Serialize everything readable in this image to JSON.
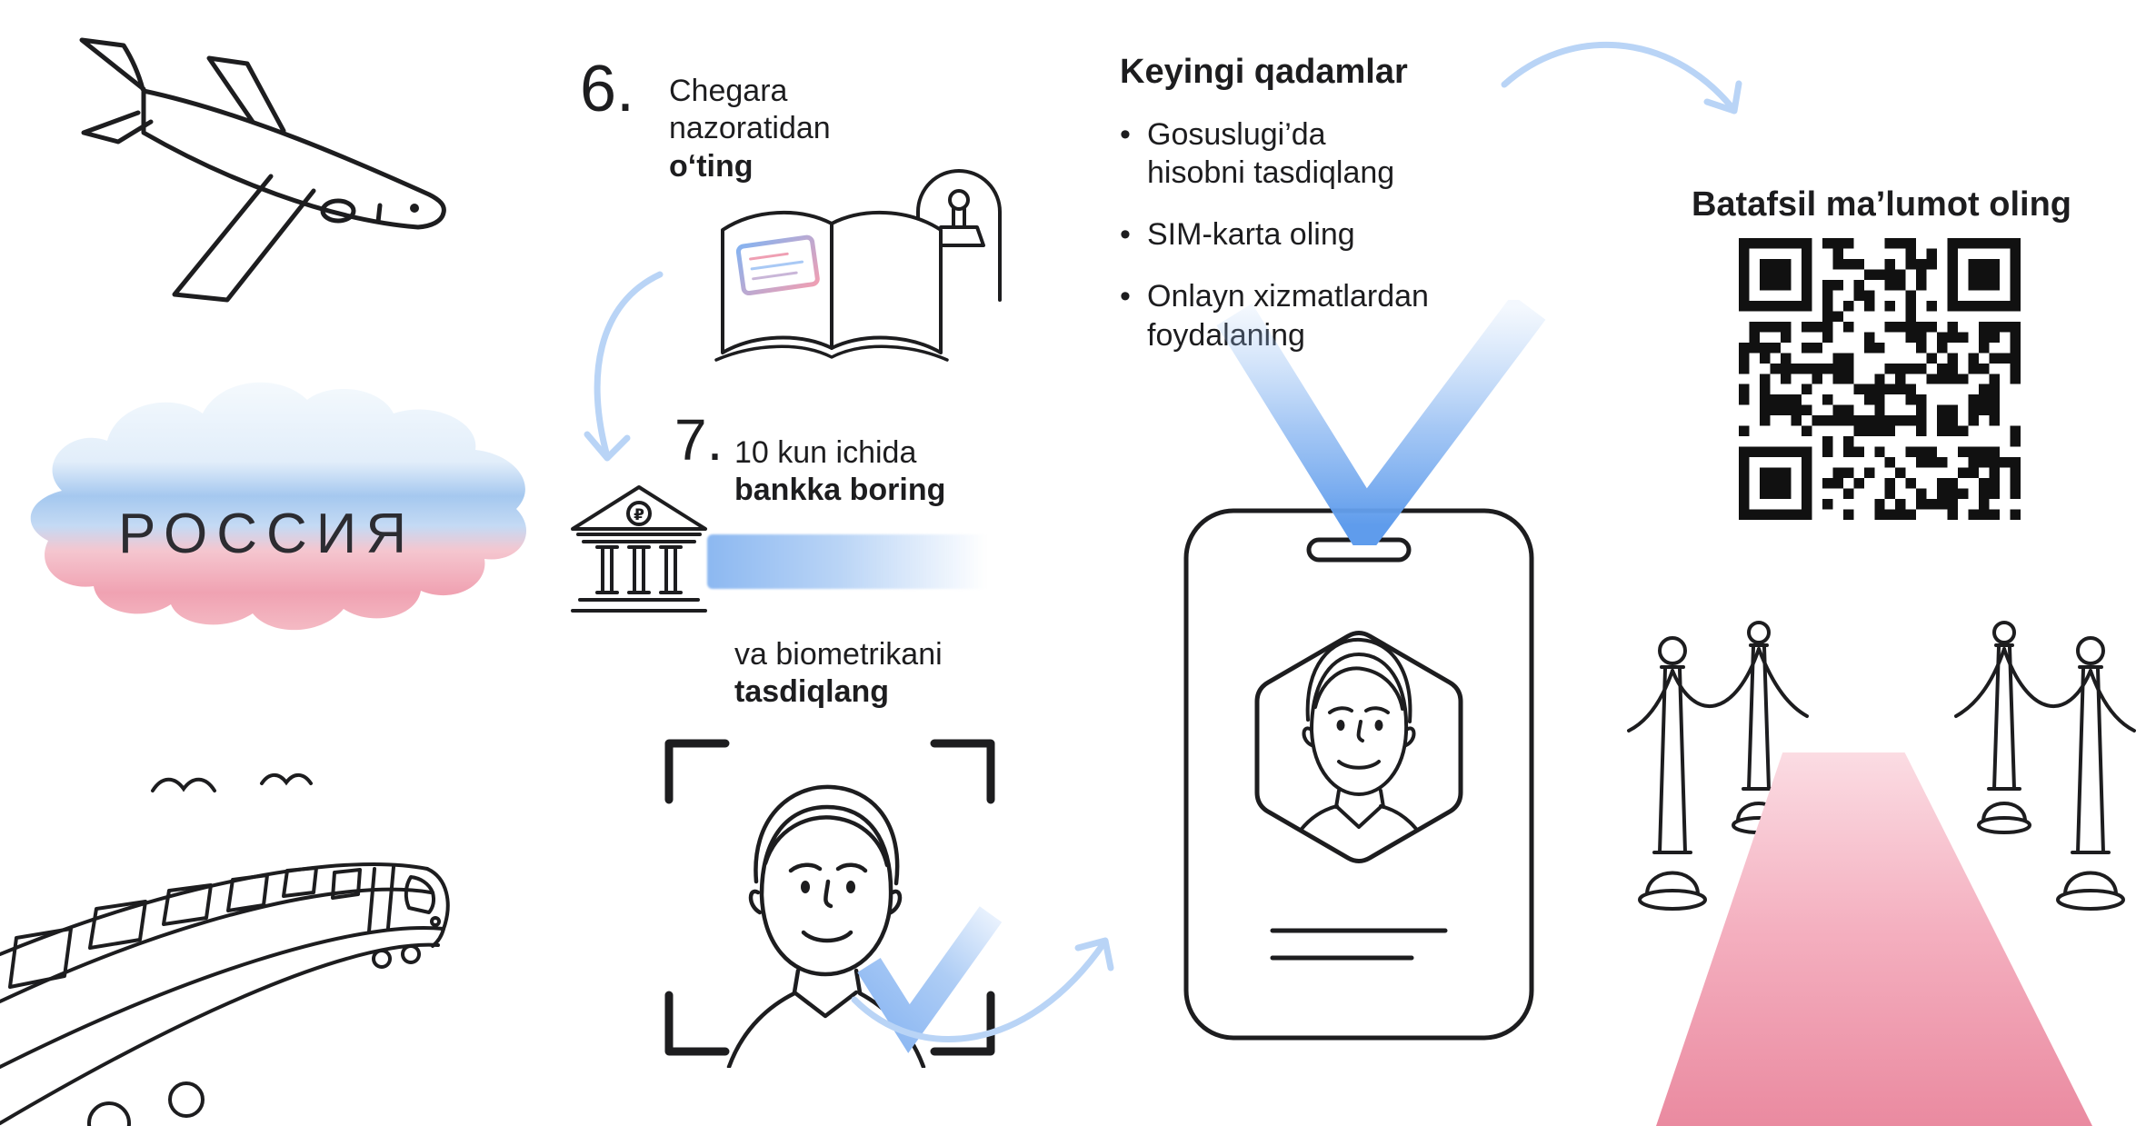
{
  "map": {
    "label": "РОССИЯ"
  },
  "steps": {
    "step6": {
      "number": "6.",
      "line1": "Chegara",
      "line2": "nazoratidan",
      "bold": "oʻting"
    },
    "step7": {
      "number": "7.",
      "line": "10 kun ichida",
      "bold": "bankka boring"
    },
    "biometrics": {
      "line": "va biometrikani",
      "bold": "tasdiqlang"
    }
  },
  "bank": {
    "symbol": "₽"
  },
  "next_steps": {
    "title": "Keyingi qadamlar",
    "bullet": "•",
    "items": [
      {
        "line1": "Gosuslugi’da",
        "line2": "hisobni tasdiqlang"
      },
      {
        "line1": "SIM-karta oling",
        "line2": ""
      },
      {
        "line1": "Onlayn xizmatlardan",
        "line2": "foydalaning"
      }
    ]
  },
  "qr_section": {
    "title": "Batafsil ma’lumot oling"
  },
  "colors": {
    "line": "#1d1d1f",
    "arrow_blue": "#b9d4f6",
    "check_strong": "#6ba4ee",
    "check_light": "#e8f1fd",
    "band_blue": "#8cb8f1",
    "flag_blue": "#a5c8ef",
    "flag_red": "#f2aab8",
    "carpet_top": "#fbdce3",
    "carpet_bottom": "#ea8aa0"
  }
}
